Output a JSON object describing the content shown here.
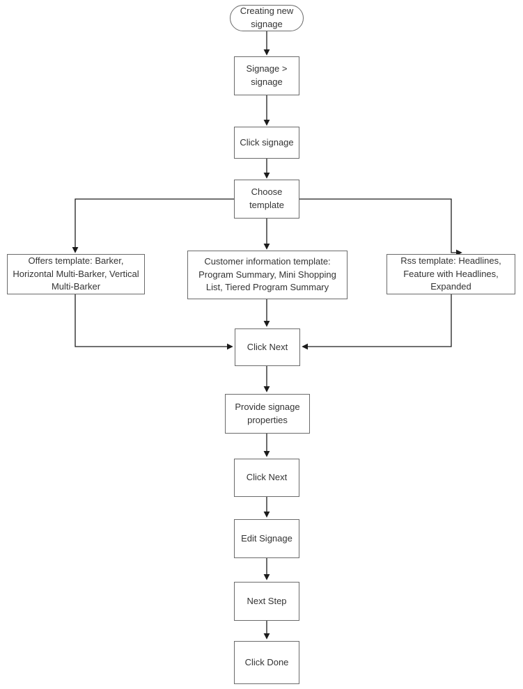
{
  "diagram": {
    "nodes": {
      "start": {
        "label": "Creating new signage"
      },
      "navigate_signage": {
        "label": "Signage > signage"
      },
      "click_signage": {
        "label": "Click signage"
      },
      "choose_template": {
        "label": "Choose template"
      },
      "offers_template": {
        "label": "Offers template: Barker, Horizontal Multi-Barker, Vertical Multi-Barker"
      },
      "customer_info_template": {
        "label": "Customer information template: Program Summary, Mini Shopping List, Tiered Program Summary"
      },
      "rss_template": {
        "label": "Rss template: Headlines, Feature with Headlines, Expanded"
      },
      "click_next_1": {
        "label": "Click Next"
      },
      "provide_properties": {
        "label": "Provide signage properties"
      },
      "click_next_2": {
        "label": "Click Next"
      },
      "edit_signage": {
        "label": "Edit Signage"
      },
      "next_step": {
        "label": "Next Step"
      },
      "click_done": {
        "label": "Click Done"
      }
    },
    "edges": [
      {
        "from": "start",
        "to": "navigate_signage"
      },
      {
        "from": "navigate_signage",
        "to": "click_signage"
      },
      {
        "from": "click_signage",
        "to": "choose_template"
      },
      {
        "from": "choose_template",
        "to": "offers_template"
      },
      {
        "from": "choose_template",
        "to": "customer_info_template"
      },
      {
        "from": "choose_template",
        "to": "rss_template"
      },
      {
        "from": "offers_template",
        "to": "click_next_1"
      },
      {
        "from": "customer_info_template",
        "to": "click_next_1"
      },
      {
        "from": "rss_template",
        "to": "click_next_1"
      },
      {
        "from": "click_next_1",
        "to": "provide_properties"
      },
      {
        "from": "provide_properties",
        "to": "click_next_2"
      },
      {
        "from": "click_next_2",
        "to": "edit_signage"
      },
      {
        "from": "edit_signage",
        "to": "next_step"
      },
      {
        "from": "next_step",
        "to": "click_done"
      }
    ],
    "colors": {
      "background": "#ffffff",
      "node_fill": "#ffffff",
      "node_border": "#6a6a6a",
      "connector": "#1c1c1c",
      "text": "#333333"
    }
  }
}
